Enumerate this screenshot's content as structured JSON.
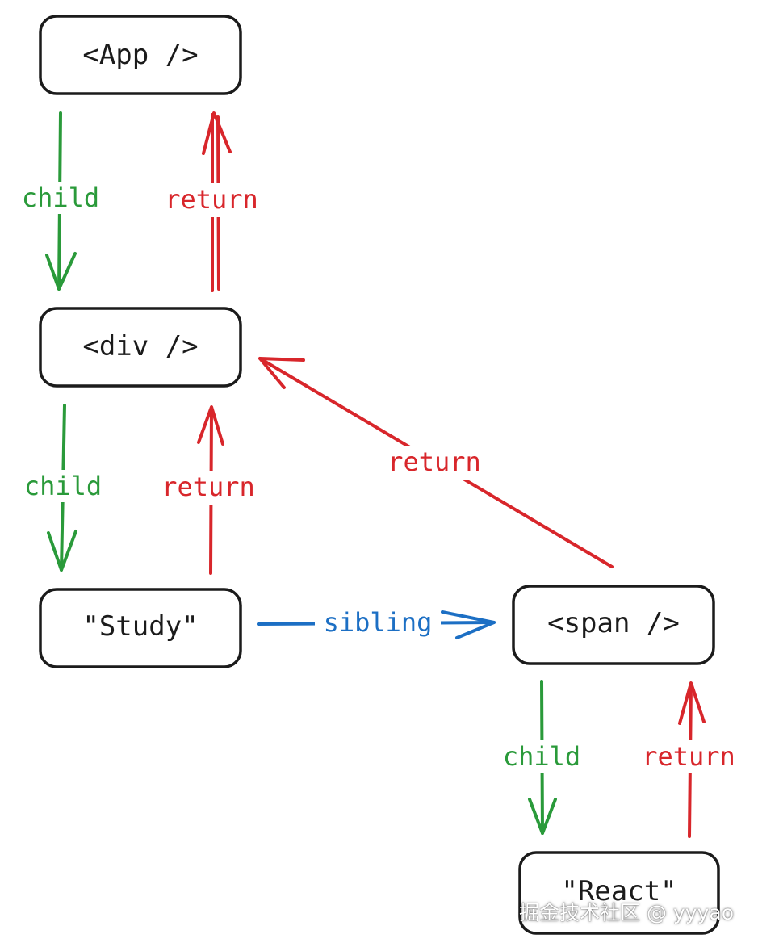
{
  "colors": {
    "child": "#2a9a3a",
    "return": "#d8262b",
    "sibling": "#1c6fc4",
    "box_border": "#1b1b1b",
    "text": "#1b1b1b"
  },
  "nodes": {
    "app": "<App />",
    "div": "<div />",
    "study": "\"Study\"",
    "span": "<span />",
    "react": "\"React\""
  },
  "edges": {
    "app_div_child": "child",
    "div_app_return": "return",
    "div_study_child": "child",
    "study_div_return": "return",
    "span_div_return": "return",
    "study_span_sibling": "sibling",
    "span_react_child": "child",
    "react_span_return": "return"
  },
  "watermark": "掘金技术社区 @ yyyao"
}
